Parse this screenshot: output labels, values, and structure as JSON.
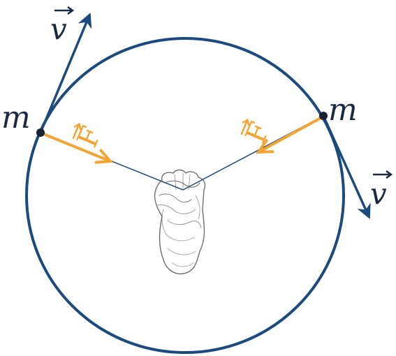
{
  "colors": {
    "circle": "#1b4a7e",
    "velocity": "#1b4a7e",
    "force": "#f3a534",
    "string": "#1b4a7e",
    "mass": "#1a2233",
    "text": "#1a2a44",
    "hand": "#555555"
  },
  "labels": {
    "mass_left": "m",
    "mass_right": "m",
    "velocity_left": "v",
    "velocity_right": "v",
    "force_left": "F",
    "force_right": "F"
  },
  "icons": {
    "hand": "hand-holding-strings-sketch",
    "vector_arrow": "vector-arrow-accent"
  }
}
